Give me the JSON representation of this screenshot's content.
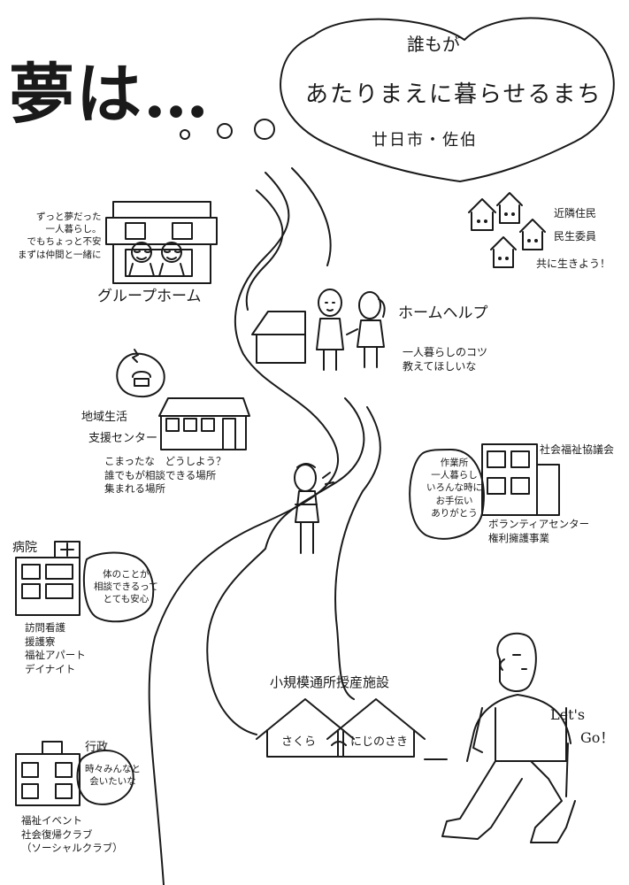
{
  "title": "夢は…",
  "heart": {
    "line1": "誰もが",
    "line2": "あたりまえに暮らせるまち",
    "line3": "廿日市・佐伯"
  },
  "group_home": {
    "label": "グループホーム",
    "note": "ずっと夢だった\n一人暮らし。\nでもちょっと不安\nまずは仲間と一緒に"
  },
  "neighbors": {
    "label1": "近隣住民",
    "label2": "民生委員",
    "note": "共に生きよう！"
  },
  "home_help": {
    "label": "ホームヘルプ",
    "note": "一人暮らしのコツ\n教えてほしいな"
  },
  "support_center": {
    "label1": "地域生活",
    "label2": "支援センター",
    "note": "こまったな　どうしよう？\n誰でもが相談できる場所\n集まれる場所"
  },
  "welfare_council": {
    "label": "社会福祉協議会",
    "bubble": "作業所\n一人暮らし\nいろんな時に\nお手伝い\nありがとう",
    "services": "ボランティアセンター\n権利擁護事業"
  },
  "hospital": {
    "label": "病院",
    "bubble": "体のことが\n相談できるって\nとても安心",
    "services": "訪問看護\n援護寮\n福祉アパート\nデイナイト"
  },
  "workshop": {
    "title": "小規模通所授産施設",
    "name1": "さくら",
    "name2": "にじのさき"
  },
  "letsgo": {
    "line1": "Let's",
    "line2": "Go！"
  },
  "government": {
    "label": "行政",
    "bubble": "時々みんなと\n会いたいな",
    "services": "福祉イベント\n社会復帰クラブ\n（ソーシャルクラブ）"
  }
}
